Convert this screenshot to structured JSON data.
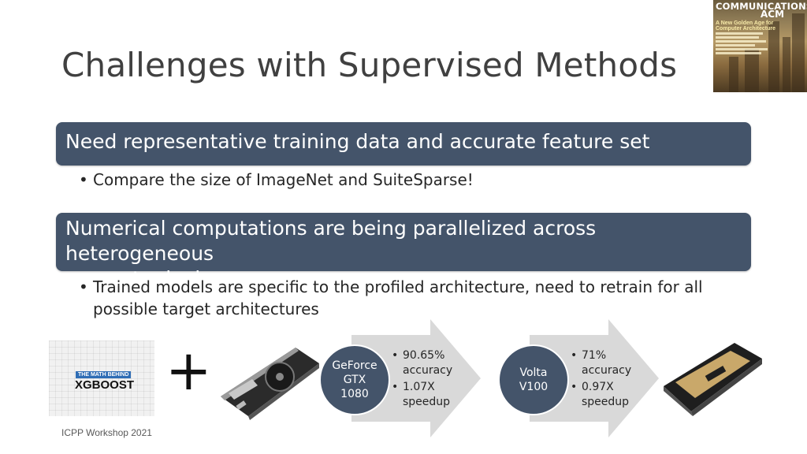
{
  "slide": {
    "title": "Challenges with Supervised Methods",
    "footer": "ICPP Workshop 2021"
  },
  "cover": {
    "masthead_line1": "COMMUNICATIONS",
    "masthead_line2": "ACM",
    "headline": "A New Golden Age for Computer Architecture"
  },
  "sections": [
    {
      "header": "Need representative training data and accurate feature set",
      "bullet": "Compare the size of ImageNet and SuiteSparse!"
    },
    {
      "header_line1": "Numerical computations are being parallelized across heterogeneous",
      "header_line2": "compute devices",
      "bullet_line1": "Trained models are specific to the profiled architecture, need to retrain for all",
      "bullet_line2": "possible target architectures"
    }
  ],
  "xgboost_image": {
    "tag": "THE MATH BEHIND",
    "name": "XGBOOST"
  },
  "plus_sign": "+",
  "gpus": [
    {
      "name_lines": [
        "GeForce",
        "GTX",
        "1080"
      ],
      "points": [
        {
          "line1": "90.65%",
          "line2": "accuracy"
        },
        {
          "line1": "1.07X",
          "line2": "speedup"
        }
      ]
    },
    {
      "name_lines": [
        "Volta",
        "V100"
      ],
      "points": [
        {
          "line1": "71%",
          "line2": "accuracy"
        },
        {
          "line1": "0.97X",
          "line2": "speedup"
        }
      ]
    }
  ],
  "colors": {
    "header_box": "#44546a",
    "arrow": "#d9d9d9",
    "title": "#404040"
  }
}
